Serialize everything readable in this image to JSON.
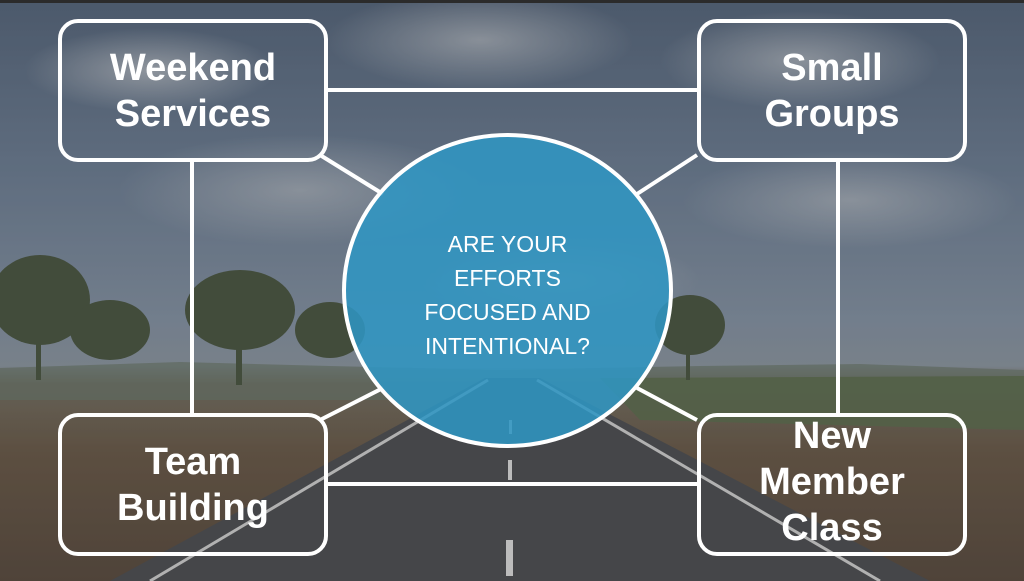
{
  "nodes": {
    "top_left": "Weekend\nServices",
    "top_right": "Small\nGroups",
    "bottom_left": "Team\nBuilding",
    "bottom_right": "New\nMember\nClass"
  },
  "center": {
    "text": "ARE YOUR\nEFFORTS\nFOCUSED AND\nINTENTIONAL?"
  },
  "colors": {
    "circle_fill": "#2e96c4",
    "outline": "#ffffff"
  }
}
